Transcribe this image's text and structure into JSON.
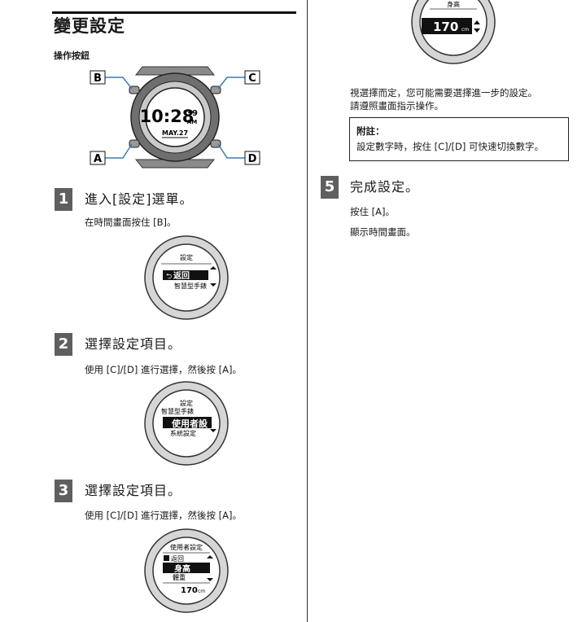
{
  "header": {
    "title": "變更設定",
    "subtitle": "操作按鈕"
  },
  "diagram": {
    "buttons": [
      "B",
      "C",
      "A",
      "D"
    ],
    "watch_time": "10:28",
    "watch_seconds": "39",
    "watch_ampm": "AM",
    "watch_date": "MAY.27"
  },
  "steps": [
    {
      "number": "1",
      "title": "進入[設定]選單。",
      "text": "在時間畫面按住 [B]。",
      "screen": {
        "header": "設定",
        "selected": "返回",
        "next": "智慧型手錶"
      }
    },
    {
      "number": "2",
      "title": "選擇設定項目。",
      "text": "使用 [C]/[D] 進行選擇，然後按 [A]。",
      "screen": {
        "header": "設定",
        "prev": "智慧型手錶",
        "selected": "使用者設",
        "next": "系統設定"
      }
    },
    {
      "number": "3",
      "title": "選擇設定項目。",
      "text": "使用 [C]/[D] 進行選擇，然後按 [A]。",
      "screen": {
        "header": "使用者設定",
        "back": "返回",
        "selected": "身高",
        "next": "體重",
        "value": "170",
        "unit": "cm"
      }
    },
    {
      "number": "5",
      "title": "完成設定。",
      "text": "按住 [A]。",
      "text2": "顯示時間畫面。"
    }
  ],
  "right": {
    "screen": {
      "header": "身高",
      "value": "170",
      "unit": "cm"
    },
    "para_line1": "視選擇而定，您可能需要選擇進一步的設定。",
    "para_line2": "請遵照畫面指示操作。",
    "note_title": "附註：",
    "note_body": "設定數字時，按住 [C]/[D] 可快速切換數字。"
  }
}
